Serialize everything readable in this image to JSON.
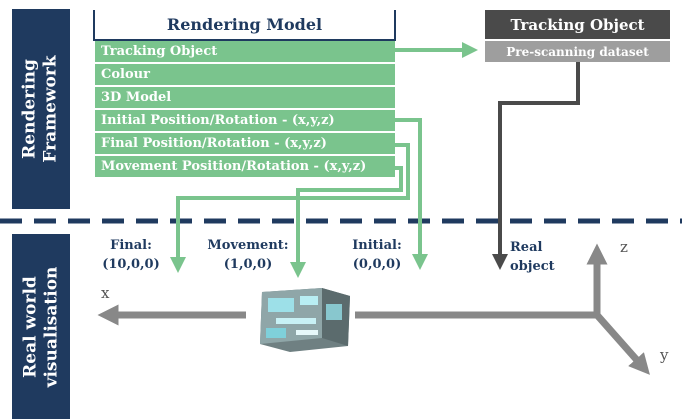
{
  "framework": {
    "rendering_lines": [
      "Rendering",
      "Framework"
    ],
    "real_world_lines": [
      "Real world",
      "visualisation"
    ]
  },
  "rendering_model": {
    "title": "Rendering Model",
    "rows": [
      "Tracking Object",
      "Colour",
      "3D Model",
      "Initial Position/Rotation - (x,y,z)",
      "Final Position/Rotation - (x,y,z)",
      "Movement Position/Rotation - (x,y,z)"
    ]
  },
  "tracking_object": {
    "title": "Tracking Object",
    "dataset": "Pre-scanning dataset"
  },
  "labels": {
    "final_name": "Final:",
    "final_value": "(10,0,0)",
    "movement_name": "Movement:",
    "movement_value": "(1,0,0)",
    "initial_name": "Initial:",
    "initial_value": "(0,0,0)",
    "real_object_line1": "Real",
    "real_object_line2": "object"
  },
  "axes": {
    "x": "x",
    "y": "y",
    "z": "z"
  },
  "colors": {
    "navy": "#1f3a5f",
    "green": "#7ac48d",
    "dark_gray": "#4a4a4a",
    "gray": "#8a8a8a"
  }
}
